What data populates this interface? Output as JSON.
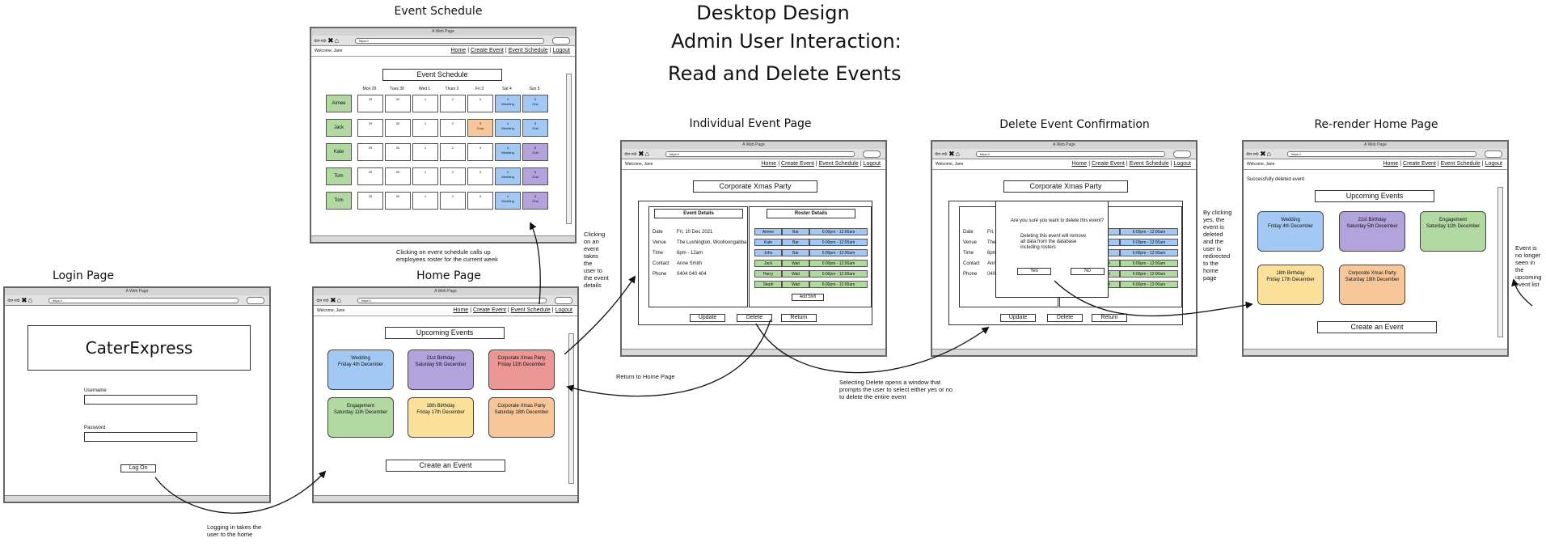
{
  "main_title": [
    "Desktop Design",
    "Admin User Interaction:",
    "Read and Delete Events"
  ],
  "screen_titles": {
    "login": "Login Page",
    "home": "Home Page",
    "schedule": "Event Schedule",
    "individual": "Individual Event Page",
    "delete_confirm": "Delete Event Confirmation",
    "rerender": "Re-render Home Page"
  },
  "browser": {
    "window_title": "A Web Page",
    "url": "https://",
    "glyphs": "⇦⇨✖⌂"
  },
  "nav": {
    "welcome": "Welcome, Jane",
    "links": [
      "Home",
      "Create Event",
      "Event Schedule",
      "Logout"
    ]
  },
  "login": {
    "logo": "CaterExpress",
    "username_label": "Username",
    "password_label": "Password",
    "button": "Log On"
  },
  "home": {
    "upcoming": "Upcoming Events",
    "create": "Create an Event",
    "cards": [
      {
        "name": "Wedding",
        "date": "Friday 4th December",
        "color": "#a3c8f3"
      },
      {
        "name": "21st Birthday",
        "date": "Saturday 5th December",
        "color": "#b3a3dc"
      },
      {
        "name": "Corporate Xmas Party",
        "date": "Friday 11th December",
        "color": "#ec9696"
      },
      {
        "name": "Engagement",
        "date": "Saturday 11th December",
        "color": "#b2d9a2"
      },
      {
        "name": "18th Birthday",
        "date": "Friday 17th December",
        "color": "#fbe09a"
      },
      {
        "name": "Corporate Xmas Party",
        "date": "Saturday 18th December",
        "color": "#f7c699"
      }
    ]
  },
  "schedule": {
    "heading": "Event Schedule",
    "days": [
      "Mon 29",
      "Tues 30",
      "Wed 1",
      "Thurs 2",
      "Fri 3",
      "Sat 4",
      "Sun 5"
    ],
    "staff": [
      "Aimee",
      "Jack",
      "Kate",
      "Tom",
      "Tom"
    ],
    "dates": [
      "29",
      "30",
      "1",
      "2",
      "3",
      "4",
      "5"
    ],
    "events": {
      "1_4": "Corp",
      "0_5": "Wedding",
      "1_5": "Wedding",
      "2_5": "Wedding",
      "3_5": "Wedding",
      "4_5": "Wedding",
      "0_6": "21st",
      "1_6": "21st",
      "2_6": "21st",
      "3_6": "21st",
      "4_6": "21st"
    }
  },
  "individual": {
    "event_title": "Corporate Xmas Party",
    "details_heading": "Event Details",
    "roster_heading": "Roster Details",
    "details": [
      {
        "k": "Date",
        "v": "Fri, 10 Dec 2021"
      },
      {
        "k": "Venue",
        "v": "The Lushington, Woolloongabba"
      },
      {
        "k": "Time",
        "v": "6pm - 12am"
      },
      {
        "k": "Contact",
        "v": "Anne Smith"
      },
      {
        "k": "Phone",
        "v": "0404 040 404"
      }
    ],
    "roster": [
      {
        "name": "Aimee",
        "role": "Bar",
        "time": "6:00pm - 12:00am",
        "color": "#a3c8f3"
      },
      {
        "name": "Kate",
        "role": "Bar",
        "time": "6:00pm - 12:00am",
        "color": "#a3c8f3"
      },
      {
        "name": "John",
        "role": "Bar",
        "time": "6:00pm - 12:00am",
        "color": "#a3c8f3"
      },
      {
        "name": "Jack",
        "role": "Wait",
        "time": "6:00pm - 12:00am",
        "color": "#b2d9a2"
      },
      {
        "name": "Harry",
        "role": "Wait",
        "time": "6:00pm - 12:00am",
        "color": "#b2d9a2"
      },
      {
        "name": "Steph",
        "role": "Wait",
        "time": "6:00pm - 12:00am",
        "color": "#b2d9a2"
      }
    ],
    "add_shift": "Add Shift",
    "buttons": [
      "Update",
      "Delete",
      "Return"
    ]
  },
  "delete_confirm": {
    "question": "Are you sure you want to delete this event?",
    "warning": "Deleting this event will remove all data from the database including rosters",
    "yes": "Yes",
    "no": "No"
  },
  "rerender": {
    "status": "Successfully deleted event",
    "cards": [
      {
        "name": "Wedding",
        "date": "Friday 4th December",
        "color": "#a3c8f3"
      },
      {
        "name": "21st Birthday",
        "date": "Saturday 5th December",
        "color": "#b3a3dc"
      },
      {
        "name": "Engagement",
        "date": "Saturday 11th December",
        "color": "#b2d9a2"
      },
      {
        "name": "18th Birthday",
        "date": "Friday 17th December",
        "color": "#fbe09a"
      },
      {
        "name": "Corporate Xmas Party",
        "date": "Saturday 18th December",
        "color": "#f7c699"
      }
    ]
  },
  "annotations": {
    "login_to_home": "Logging in takes the\nuser to the home",
    "schedule_note": "Clicking on event schedule calls up\nemployees roster for the current week",
    "event_click": "Clicking\non an\nevent\ntakes\nthe\nuser to\nthe event\ndetails",
    "return_home": "Return to Home Page",
    "delete_note": "Selecting Delete opens a window that\nprompts the user to select either yes or no\nto delete the entire event",
    "yes_note": "By clicking\nyes, the\nevent is\ndeleted\nand the\nuser is\nredirected\nto the\nhome\npage",
    "no_longer": "Event is\nno longer\nseen in\nthe\nupcoming\nevent list"
  }
}
